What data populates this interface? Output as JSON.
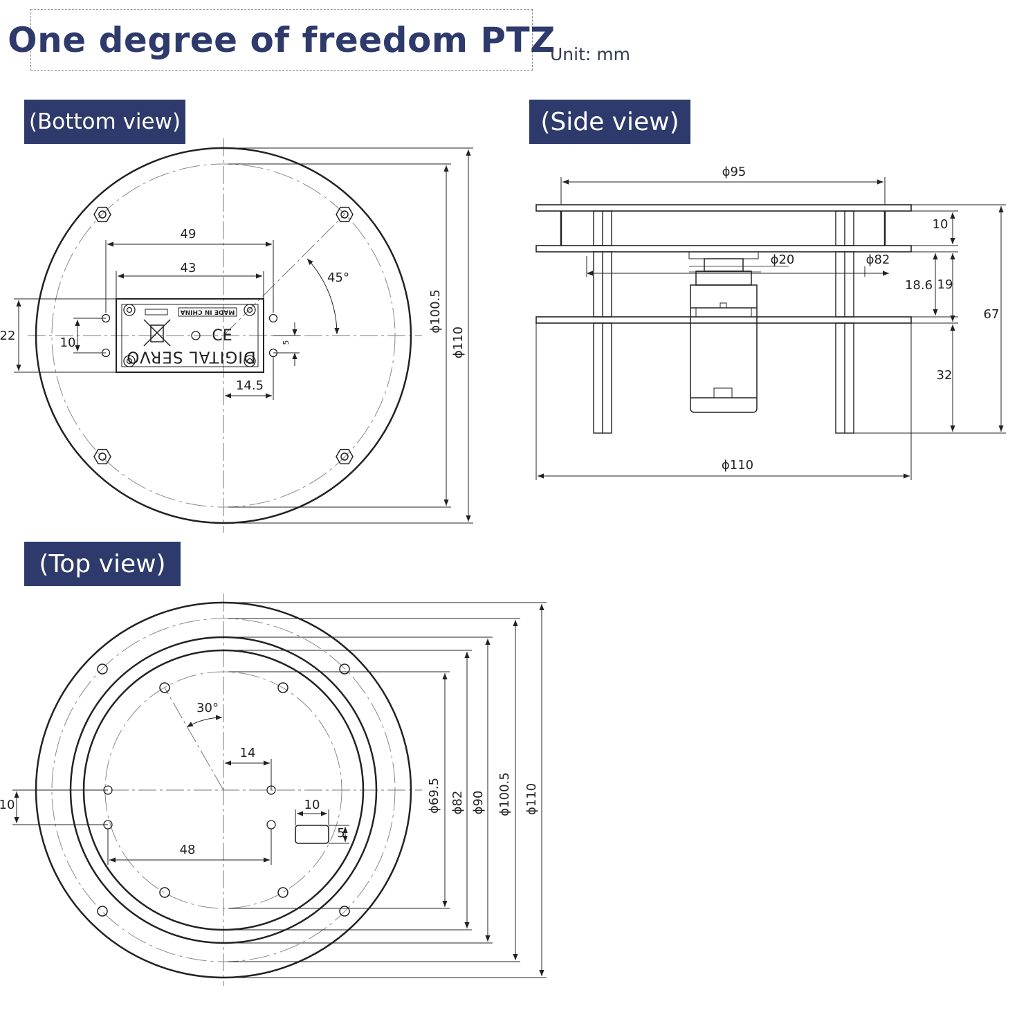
{
  "header": {
    "title": "One degree of freedom PTZ",
    "unit": "Unit: mm"
  },
  "views": {
    "bottom": {
      "label": "(Bottom view)",
      "dims": {
        "d49": "49",
        "d43": "43",
        "angle45": "45°",
        "d100_5": "ϕ100.5",
        "d110": "ϕ110",
        "d22": "22",
        "d10": "10",
        "d5": "5",
        "d14_5": "14.5"
      },
      "servo": {
        "made_in": "MADE IN CHINA",
        "brand": "DIGITAL SERVO"
      }
    },
    "side": {
      "label": "(Side view)",
      "dims": {
        "d95": "ϕ95",
        "d20": "ϕ20",
        "d82": "ϕ82",
        "d10": "10",
        "d18_6": "18.6",
        "d19": "19",
        "d67": "67",
        "d32": "32",
        "d110": "ϕ110"
      }
    },
    "top": {
      "label": "(Top view)",
      "dims": {
        "angle30": "30°",
        "d14": "14",
        "d10h": "10",
        "d5": "5",
        "d48": "48",
        "d10v": "10",
        "d69_5": "ϕ69.5",
        "d82": "ϕ82",
        "d90": "ϕ90",
        "d100_5": "ϕ100.5",
        "d110": "ϕ110"
      }
    }
  }
}
